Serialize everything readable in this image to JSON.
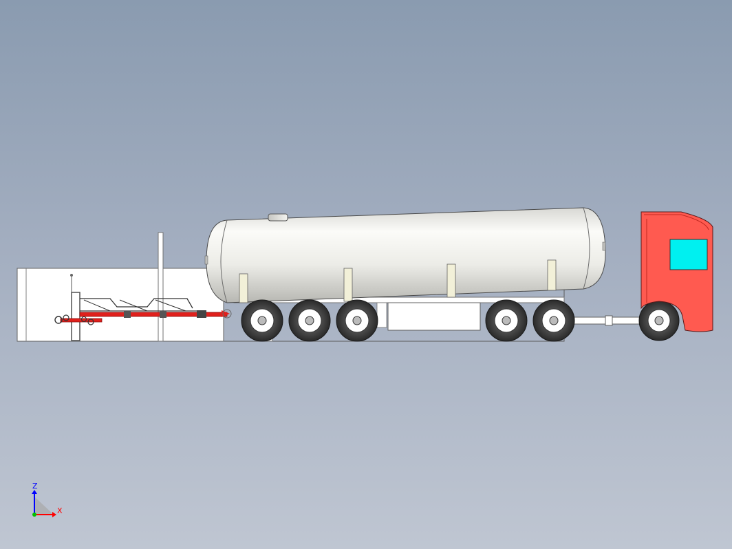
{
  "viewport": {
    "background_top": "#8a9bb0",
    "background_bottom": "#bfc6d2"
  },
  "model": {
    "tank_color": "#f1f1ee",
    "cab_color": "#ff5a50",
    "window_color": "#00f0f0",
    "pipe_color": "#e0201c",
    "tire_color": "#3c3c3c",
    "frame_color": "#ffffff",
    "support_color": "#f2f0d8"
  },
  "triad": {
    "axes": [
      {
        "id": "z",
        "label": "Z",
        "color": "#0000ff"
      },
      {
        "id": "x",
        "label": "X",
        "color": "#ff0000"
      }
    ],
    "origin_color": "#00c000"
  }
}
